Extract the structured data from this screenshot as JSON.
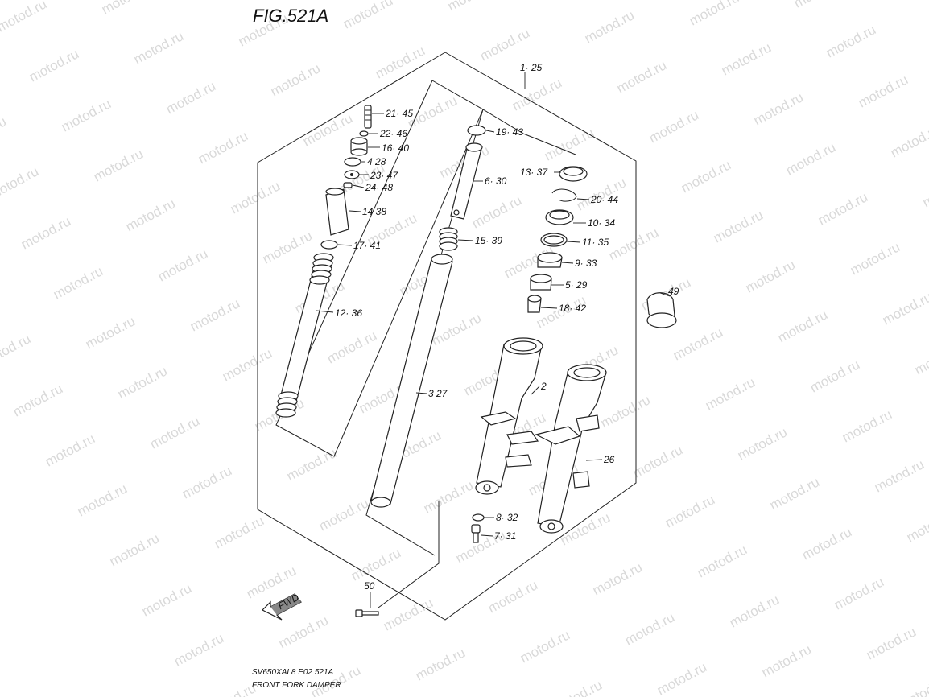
{
  "figure": {
    "title": "FIG.521A",
    "code": "SV650XAL8  E02  521A",
    "caption": "FRONT FORK DAMPER",
    "watermark": "motod.ru"
  },
  "callouts": [
    {
      "id": "1-25",
      "text": "1· 25"
    },
    {
      "id": "21-45",
      "text": "21· 45"
    },
    {
      "id": "22-46",
      "text": "22· 46"
    },
    {
      "id": "16-40",
      "text": "16· 40"
    },
    {
      "id": "4-28",
      "text": "4  28"
    },
    {
      "id": "23-47",
      "text": "23· 47"
    },
    {
      "id": "24-48",
      "text": "24· 48"
    },
    {
      "id": "14-38",
      "text": "14  38"
    },
    {
      "id": "17-41",
      "text": "17· 41"
    },
    {
      "id": "12-36",
      "text": "12· 36"
    },
    {
      "id": "19-43",
      "text": "19· 43"
    },
    {
      "id": "6-30",
      "text": "6· 30"
    },
    {
      "id": "15-39",
      "text": "15· 39"
    },
    {
      "id": "3-27",
      "text": "3  27"
    },
    {
      "id": "13-37",
      "text": "13· 37"
    },
    {
      "id": "20-44",
      "text": "20· 44"
    },
    {
      "id": "10-34",
      "text": "10· 34"
    },
    {
      "id": "11-35",
      "text": "11· 35"
    },
    {
      "id": "9-33",
      "text": "9· 33"
    },
    {
      "id": "5-29",
      "text": "5· 29"
    },
    {
      "id": "18-42",
      "text": "18· 42"
    },
    {
      "id": "2",
      "text": "2"
    },
    {
      "id": "26",
      "text": "26"
    },
    {
      "id": "8-32",
      "text": "8· 32"
    },
    {
      "id": "7-31",
      "text": "7· 31"
    },
    {
      "id": "49",
      "text": "49"
    },
    {
      "id": "50",
      "text": "50"
    }
  ],
  "fwd_label": "FWD"
}
